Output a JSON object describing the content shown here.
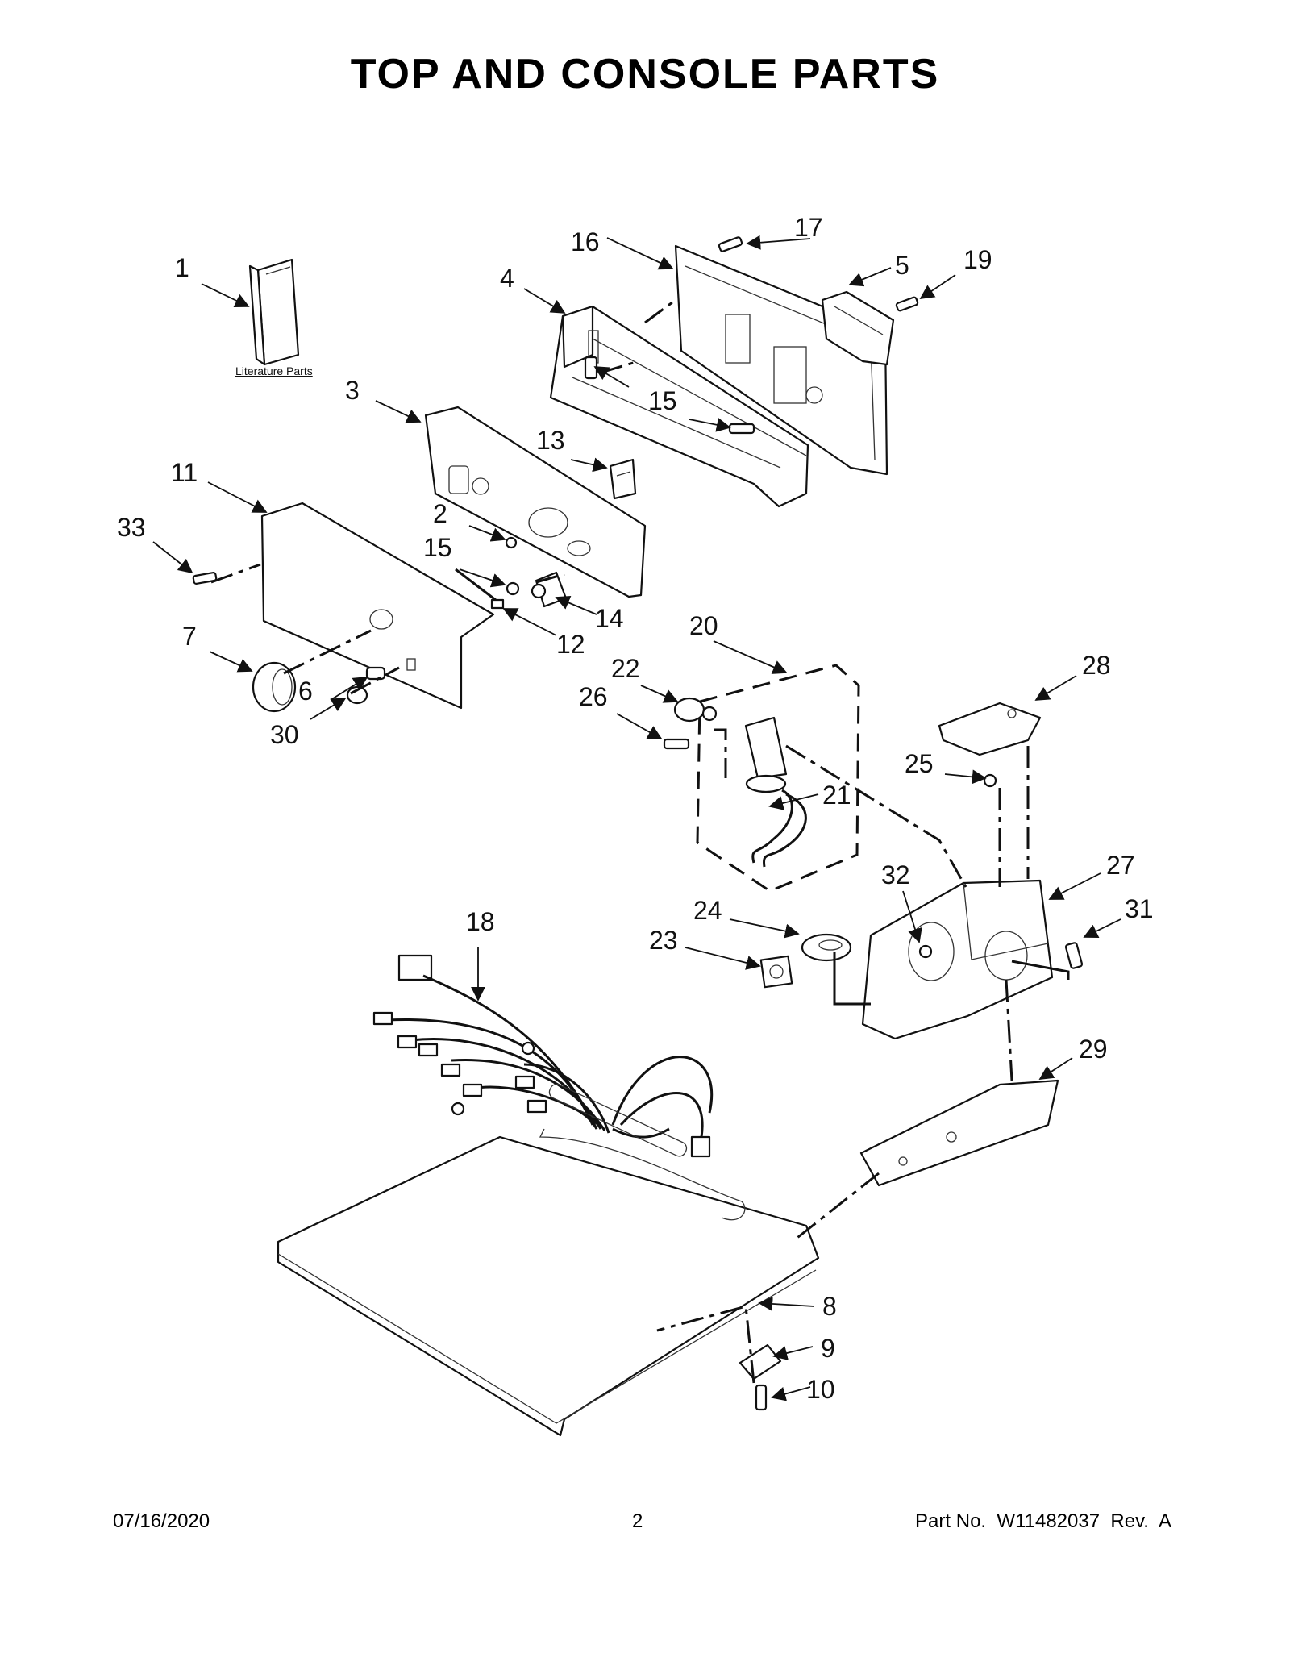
{
  "title": "TOP AND CONSOLE PARTS",
  "literature_label": "Literature Parts",
  "callouts": [
    {
      "id": "c1",
      "text": "1"
    },
    {
      "id": "c2",
      "text": "2"
    },
    {
      "id": "c3",
      "text": "3"
    },
    {
      "id": "c4",
      "text": "4"
    },
    {
      "id": "c5",
      "text": "5"
    },
    {
      "id": "c6",
      "text": "6"
    },
    {
      "id": "c7",
      "text": "7"
    },
    {
      "id": "c8",
      "text": "8"
    },
    {
      "id": "c9",
      "text": "9"
    },
    {
      "id": "c10",
      "text": "10"
    },
    {
      "id": "c11",
      "text": "11"
    },
    {
      "id": "c12",
      "text": "12"
    },
    {
      "id": "c13",
      "text": "13"
    },
    {
      "id": "c14",
      "text": "14"
    },
    {
      "id": "c15a",
      "text": "15"
    },
    {
      "id": "c15b",
      "text": "15"
    },
    {
      "id": "c16",
      "text": "16"
    },
    {
      "id": "c17",
      "text": "17"
    },
    {
      "id": "c18",
      "text": "18"
    },
    {
      "id": "c19",
      "text": "19"
    },
    {
      "id": "c20",
      "text": "20"
    },
    {
      "id": "c21",
      "text": "21"
    },
    {
      "id": "c22",
      "text": "22"
    },
    {
      "id": "c23",
      "text": "23"
    },
    {
      "id": "c24",
      "text": "24"
    },
    {
      "id": "c25",
      "text": "25"
    },
    {
      "id": "c26",
      "text": "26"
    },
    {
      "id": "c27",
      "text": "27"
    },
    {
      "id": "c28",
      "text": "28"
    },
    {
      "id": "c29",
      "text": "29"
    },
    {
      "id": "c30",
      "text": "30"
    },
    {
      "id": "c31",
      "text": "31"
    },
    {
      "id": "c32",
      "text": "32"
    },
    {
      "id": "c33",
      "text": "33"
    }
  ],
  "footer": {
    "date": "07/16/2020",
    "page": "2",
    "part_no": "Part No.  W11482037  Rev.  A"
  }
}
